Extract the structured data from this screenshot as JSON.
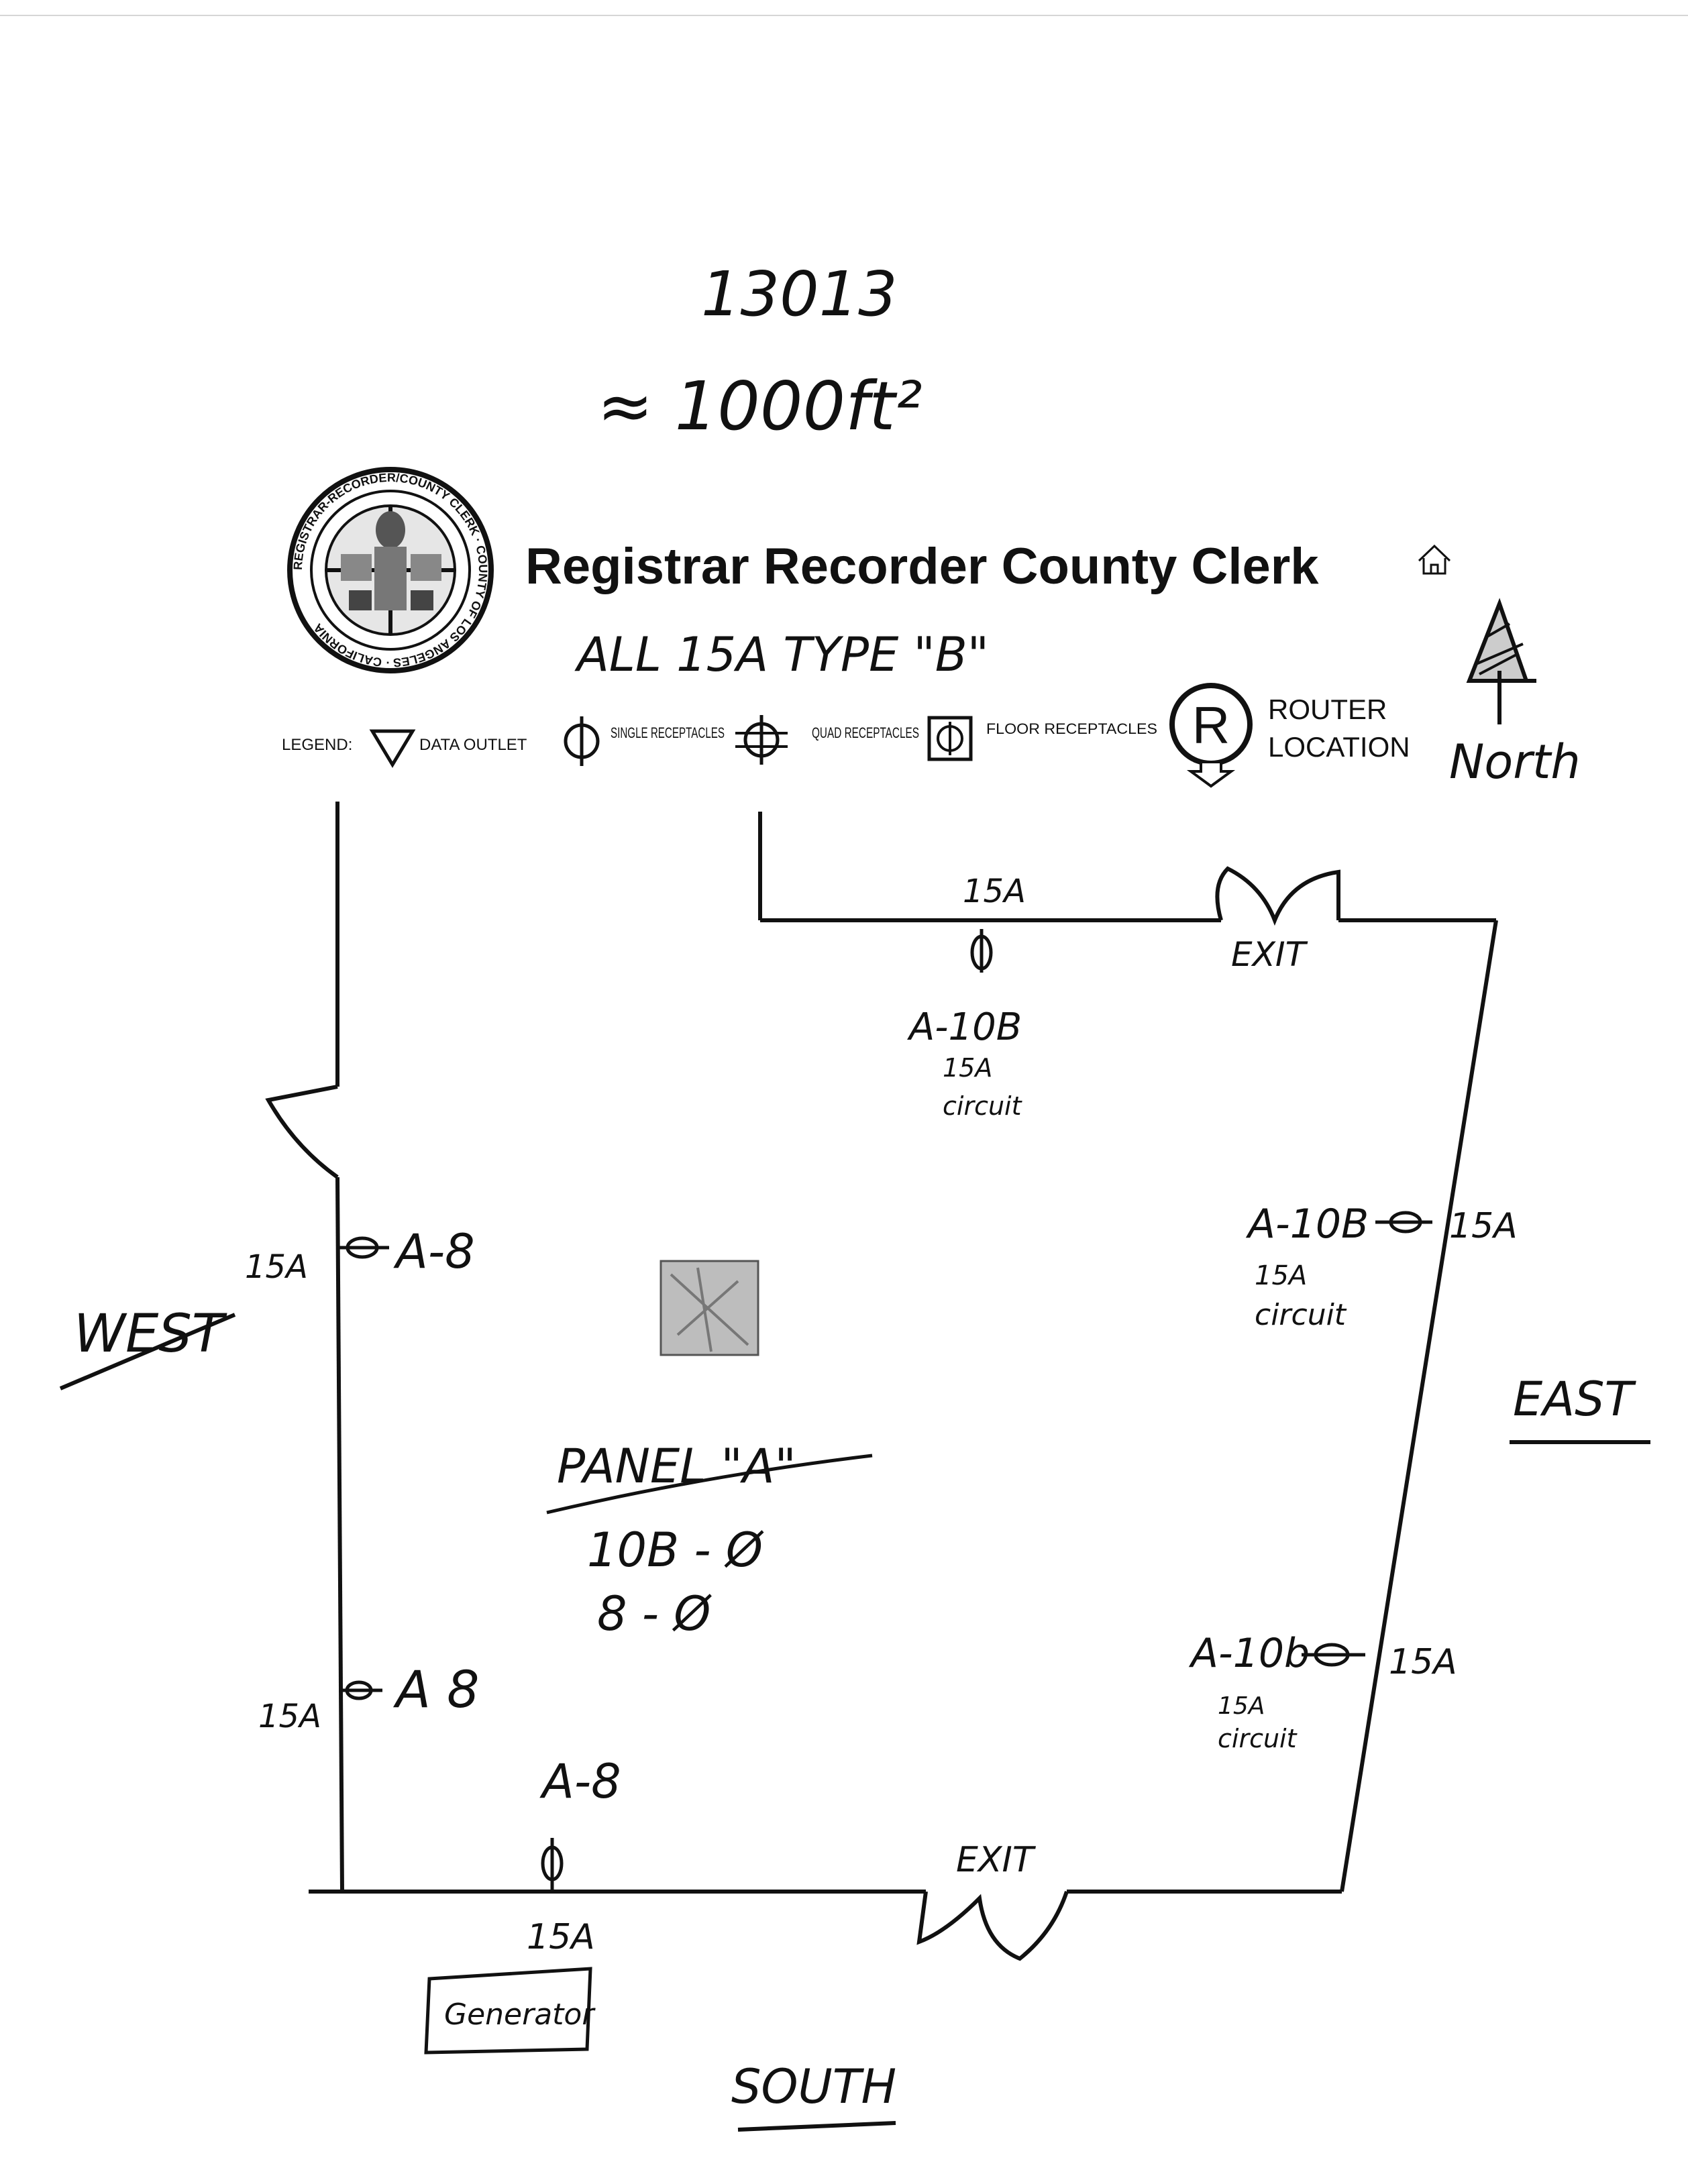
{
  "header": {
    "number": "13013",
    "area": "≈ 1000ft²",
    "title": "Registrar Recorder County Clerk",
    "note": "ALL 15A TYPE \"B\""
  },
  "seal": {
    "ring_text": "REGISTRAR-RECORDER/COUNTY CLERK · COUNTY OF LOS ANGELES · CALIFORNIA"
  },
  "legend": {
    "label": "LEGEND:",
    "items": [
      {
        "label": "DATA OUTLET",
        "icon": "triangle-down-icon"
      },
      {
        "label": "SINGLE RECEPTACLES",
        "icon": "single-receptacle-icon"
      },
      {
        "label": "QUAD RECEPTACLES",
        "icon": "quad-receptacle-icon"
      },
      {
        "label": "FLOOR RECEPTACLES",
        "icon": "floor-receptacle-icon"
      }
    ],
    "router_symbol": "R",
    "router_line1": "ROUTER",
    "router_line2": "LOCATION"
  },
  "compass": {
    "label": "North"
  },
  "directions": {
    "west": "WEST",
    "east": "EAST",
    "south": "SOUTH"
  },
  "exits": {
    "north": "EXIT",
    "south": "EXIT"
  },
  "outlets": {
    "north_amp": "15A",
    "north_circuit": "A-10B",
    "north_note_1": "15A",
    "north_note_2": "circuit",
    "west_upper_amp": "15A",
    "west_upper_circuit": "A-8",
    "west_lower_amp": "15A",
    "west_lower_circuit": "A 8",
    "south_circuit": "A-8",
    "south_amp": "15A",
    "east_upper_circuit": "A-10B",
    "east_upper_amp": "15A",
    "east_upper_note_1": "15A",
    "east_upper_note_2": "circuit",
    "east_lower_circuit": "A-10b",
    "east_lower_amp": "15A",
    "east_lower_note_1": "15A",
    "east_lower_note_2": "circuit"
  },
  "panel": {
    "label": "PANEL \"A\"",
    "line1": "10B - Ø",
    "line2": "8 - Ø"
  },
  "generator": {
    "label": "Generator"
  }
}
